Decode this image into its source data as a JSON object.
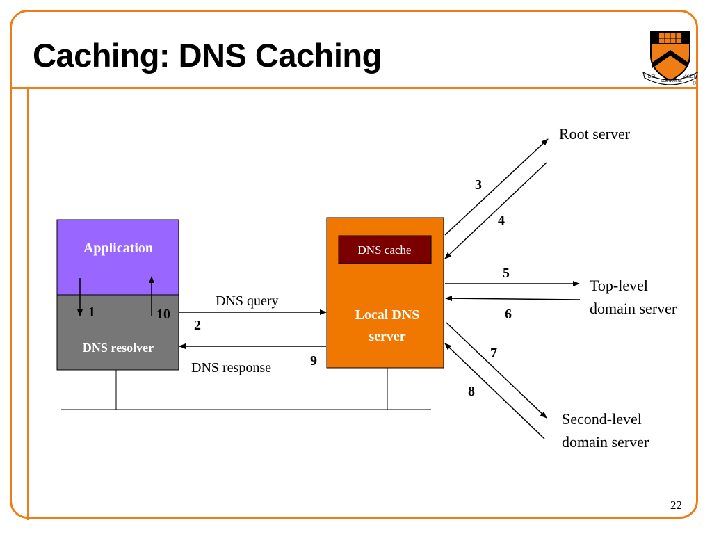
{
  "slide": {
    "title": "Caching: DNS Caching",
    "page_number": "22",
    "logo_text": {
      "left": "DEI",
      "middle": "SUB NUMINE",
      "right": "VIGET",
      "mark": "®"
    }
  },
  "nodes": {
    "application": "Application",
    "dns_resolver": "DNS resolver",
    "local_dns_line1": "Local DNS",
    "local_dns_line2": "server",
    "dns_cache": "DNS cache",
    "root_server": "Root server",
    "top_level_line1": "Top-level",
    "top_level_line2": "domain server",
    "second_level_line1": "Second-level",
    "second_level_line2": "domain server"
  },
  "edges": {
    "dns_query": "DNS query",
    "dns_response": "DNS response"
  },
  "steps": [
    "1",
    "2",
    "3",
    "4",
    "5",
    "6",
    "7",
    "8",
    "9",
    "10"
  ],
  "colors": {
    "accent": "#f07c16",
    "application": "#9966ff",
    "resolver": "#777777",
    "local_dns": "#f07800",
    "cache": "#7a0000"
  }
}
